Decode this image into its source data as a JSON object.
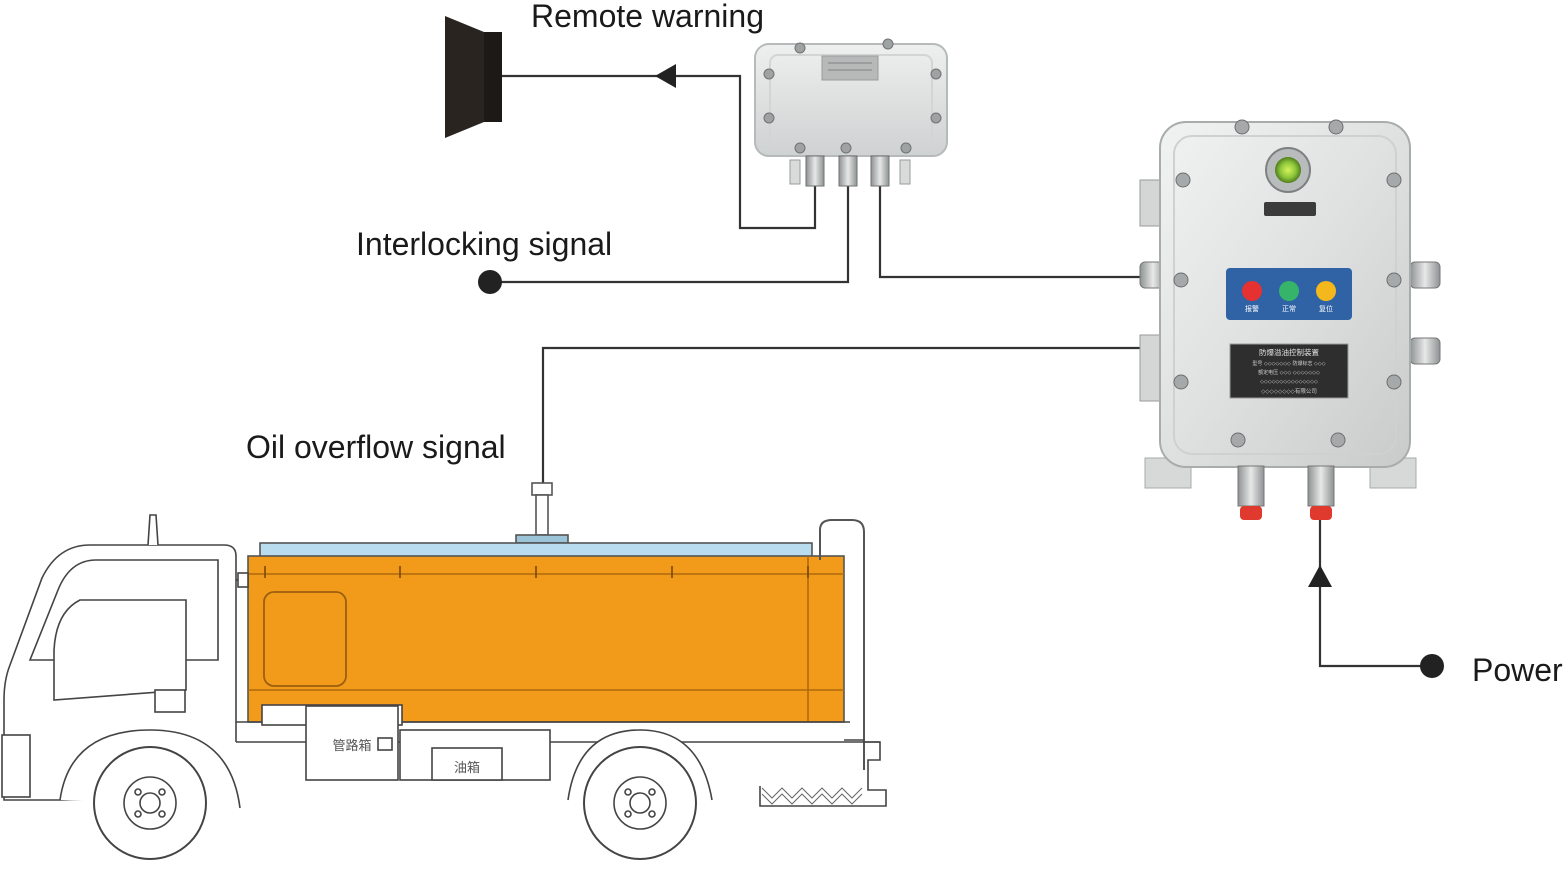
{
  "labels": {
    "remote_warning": "Remote warning",
    "interlocking_signal": "Interlocking signal",
    "oil_overflow_signal": "Oil overflow signal",
    "power": "Power"
  },
  "control_box": {
    "button_labels": [
      "报警",
      "正常",
      "复位"
    ],
    "nameplate_lines": [
      "防爆溢油控制装置",
      "型号 ◇◇◇◇◇◇◇  防爆标志 ◇◇◇",
      "额定电压 ◇◇◇ ◇◇◇◇◇◇◇",
      "◇◇◇◇◇◇◇◇◇◇◇◇◇◇◇",
      "◇◇◇◇◇◇◇◇有限公司"
    ]
  },
  "truck": {
    "pipe_box_label": "管路箱",
    "oil_tank_label": "油箱"
  },
  "colors": {
    "tank_orange": "#f29b1b",
    "tank_top": "#b9dcef",
    "wire": "#333333",
    "enclosure": "#e4e6e6",
    "button_panel": "#2f63a6",
    "btn_red": "#e53131",
    "btn_green": "#35b46a",
    "btn_yellow": "#f5b81c"
  }
}
